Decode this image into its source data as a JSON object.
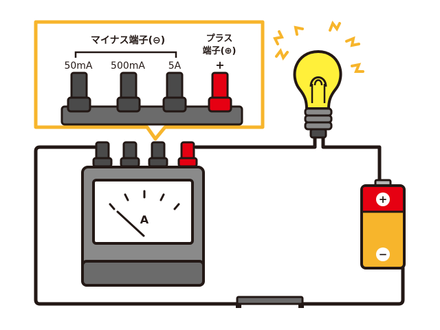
{
  "callout": {
    "minus_group_label": "マイナス端子(⊖)",
    "plus_label_line1": "プラス",
    "plus_label_line2": "端子(⊕)",
    "terminals": [
      {
        "label": "50mA"
      },
      {
        "label": "500mA"
      },
      {
        "label": "5A"
      },
      {
        "label": "+"
      }
    ]
  },
  "meter": {
    "unit_label": "A"
  },
  "battery": {
    "plus_sign": "+",
    "minus_sign": "−"
  },
  "colors": {
    "callout_border": "#f7b52c",
    "terminal_black": "#4a4a4a",
    "terminal_red": "#e60012",
    "meter_body": "#8a8a8a",
    "battery_top": "#e60012",
    "battery_body": "#f7b52c",
    "bulb": "#fff03a",
    "outline": "#231815"
  },
  "icons": [
    "ammeter-icon",
    "light-bulb-icon",
    "battery-icon",
    "switch-icon"
  ]
}
